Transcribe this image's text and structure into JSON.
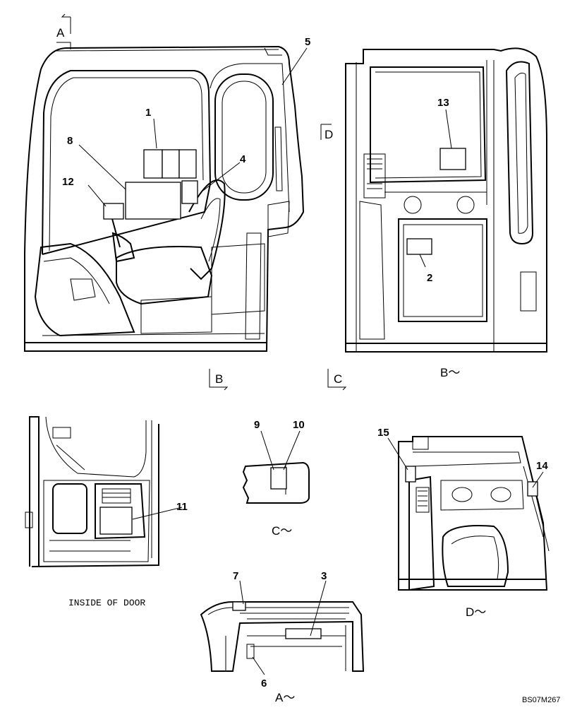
{
  "views": {
    "a": "A",
    "b": "B",
    "c": "C",
    "d": "D",
    "a_tilde": "A～",
    "b_tilde": "B～",
    "c_tilde": "C～",
    "d_tilde": "D～"
  },
  "callouts": [
    "1",
    "2",
    "3",
    "4",
    "5",
    "6",
    "7",
    "8",
    "9",
    "10",
    "11",
    "12",
    "13",
    "14",
    "15"
  ],
  "caption_inside_door": "INSIDE OF DOOR",
  "drawing_code": "BS07M267",
  "colors": {
    "line": "#000000",
    "background": "#ffffff"
  }
}
